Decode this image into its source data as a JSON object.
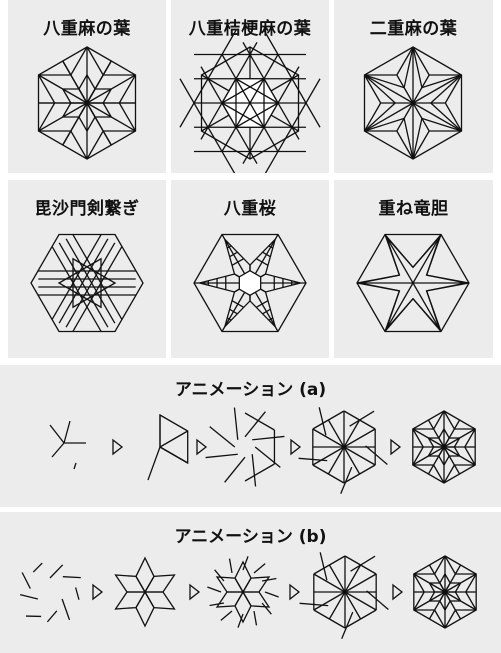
{
  "patterns": [
    {
      "title": "八重麻の葉"
    },
    {
      "title": "八重桔梗麻の葉"
    },
    {
      "title": "二重麻の葉"
    },
    {
      "title": "毘沙門剣繋ぎ"
    },
    {
      "title": "八重桜"
    },
    {
      "title": "重ね竜胆"
    }
  ],
  "animations": [
    {
      "title": "アニメーション (a)"
    },
    {
      "title": "アニメーション (b)"
    }
  ],
  "colors": {
    "panel": "#ececec",
    "arrow": "#d9a9d6",
    "line": "#111111"
  },
  "icons": [
    "play-arrow-icon"
  ]
}
